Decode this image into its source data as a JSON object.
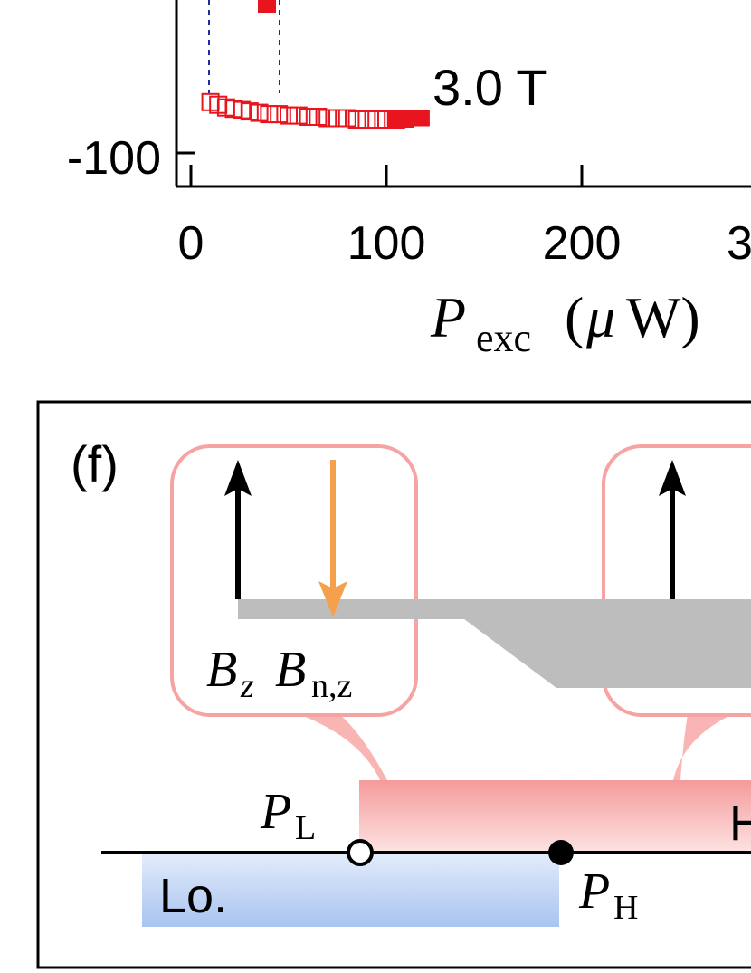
{
  "chart_data": {
    "type": "scatter",
    "xlabel_symbol": "P",
    "xlabel_sub": "exc",
    "xlabel_unit_open": "(",
    "xlabel_unit_mu": "μ",
    "xlabel_unit_rest": "W)",
    "x_ticks": [
      "0",
      "100",
      "200",
      "3"
    ],
    "y_ticks": [
      "-100"
    ],
    "xlim": [
      -5,
      290
    ],
    "series": [
      {
        "name": "3.0 T",
        "marker": "open-square",
        "x": [
          10,
          14,
          18,
          22,
          26,
          30,
          35,
          40,
          45,
          50,
          55,
          60,
          65,
          70,
          75,
          80,
          85,
          90,
          95,
          100,
          105
        ],
        "y": [
          -62,
          -64,
          -66,
          -67,
          -68,
          -69,
          -70,
          -71,
          -71,
          -72,
          -72,
          -73,
          -73,
          -74,
          -74,
          -74,
          -75,
          -75,
          -75,
          -75,
          -75
        ]
      },
      {
        "name": "",
        "marker": "filled-square",
        "x": [
          105,
          108,
          110,
          112,
          114,
          116,
          118
        ],
        "y": [
          -75,
          -75,
          -75,
          -74,
          -74,
          -74,
          -74
        ]
      }
    ]
  },
  "colors": {
    "series_red": "#e8141e",
    "guide_blue": "#1f2d9c",
    "pink_border": "#f6a3a3",
    "pink_fill": "#fbc9c9",
    "orange_arrow": "#f5a04c",
    "gray_band": "#bdbdbd",
    "blue_fill": "#c6d8f5"
  },
  "panel_f": {
    "label": "(f)",
    "left_callout": {
      "b_z_symbol": "B",
      "b_z_sub": "z",
      "b_n_symbol": "B",
      "b_n_sub": "n,z"
    },
    "p_low_symbol": "P",
    "p_low_sub": "L",
    "p_high_symbol": "P",
    "p_high_sub": "H",
    "low_label": "Lo.",
    "high_label": "H"
  },
  "icons": [
    "up-arrow-icon",
    "down-arrow-icon",
    "open-circle-marker",
    "filled-circle-marker"
  ]
}
